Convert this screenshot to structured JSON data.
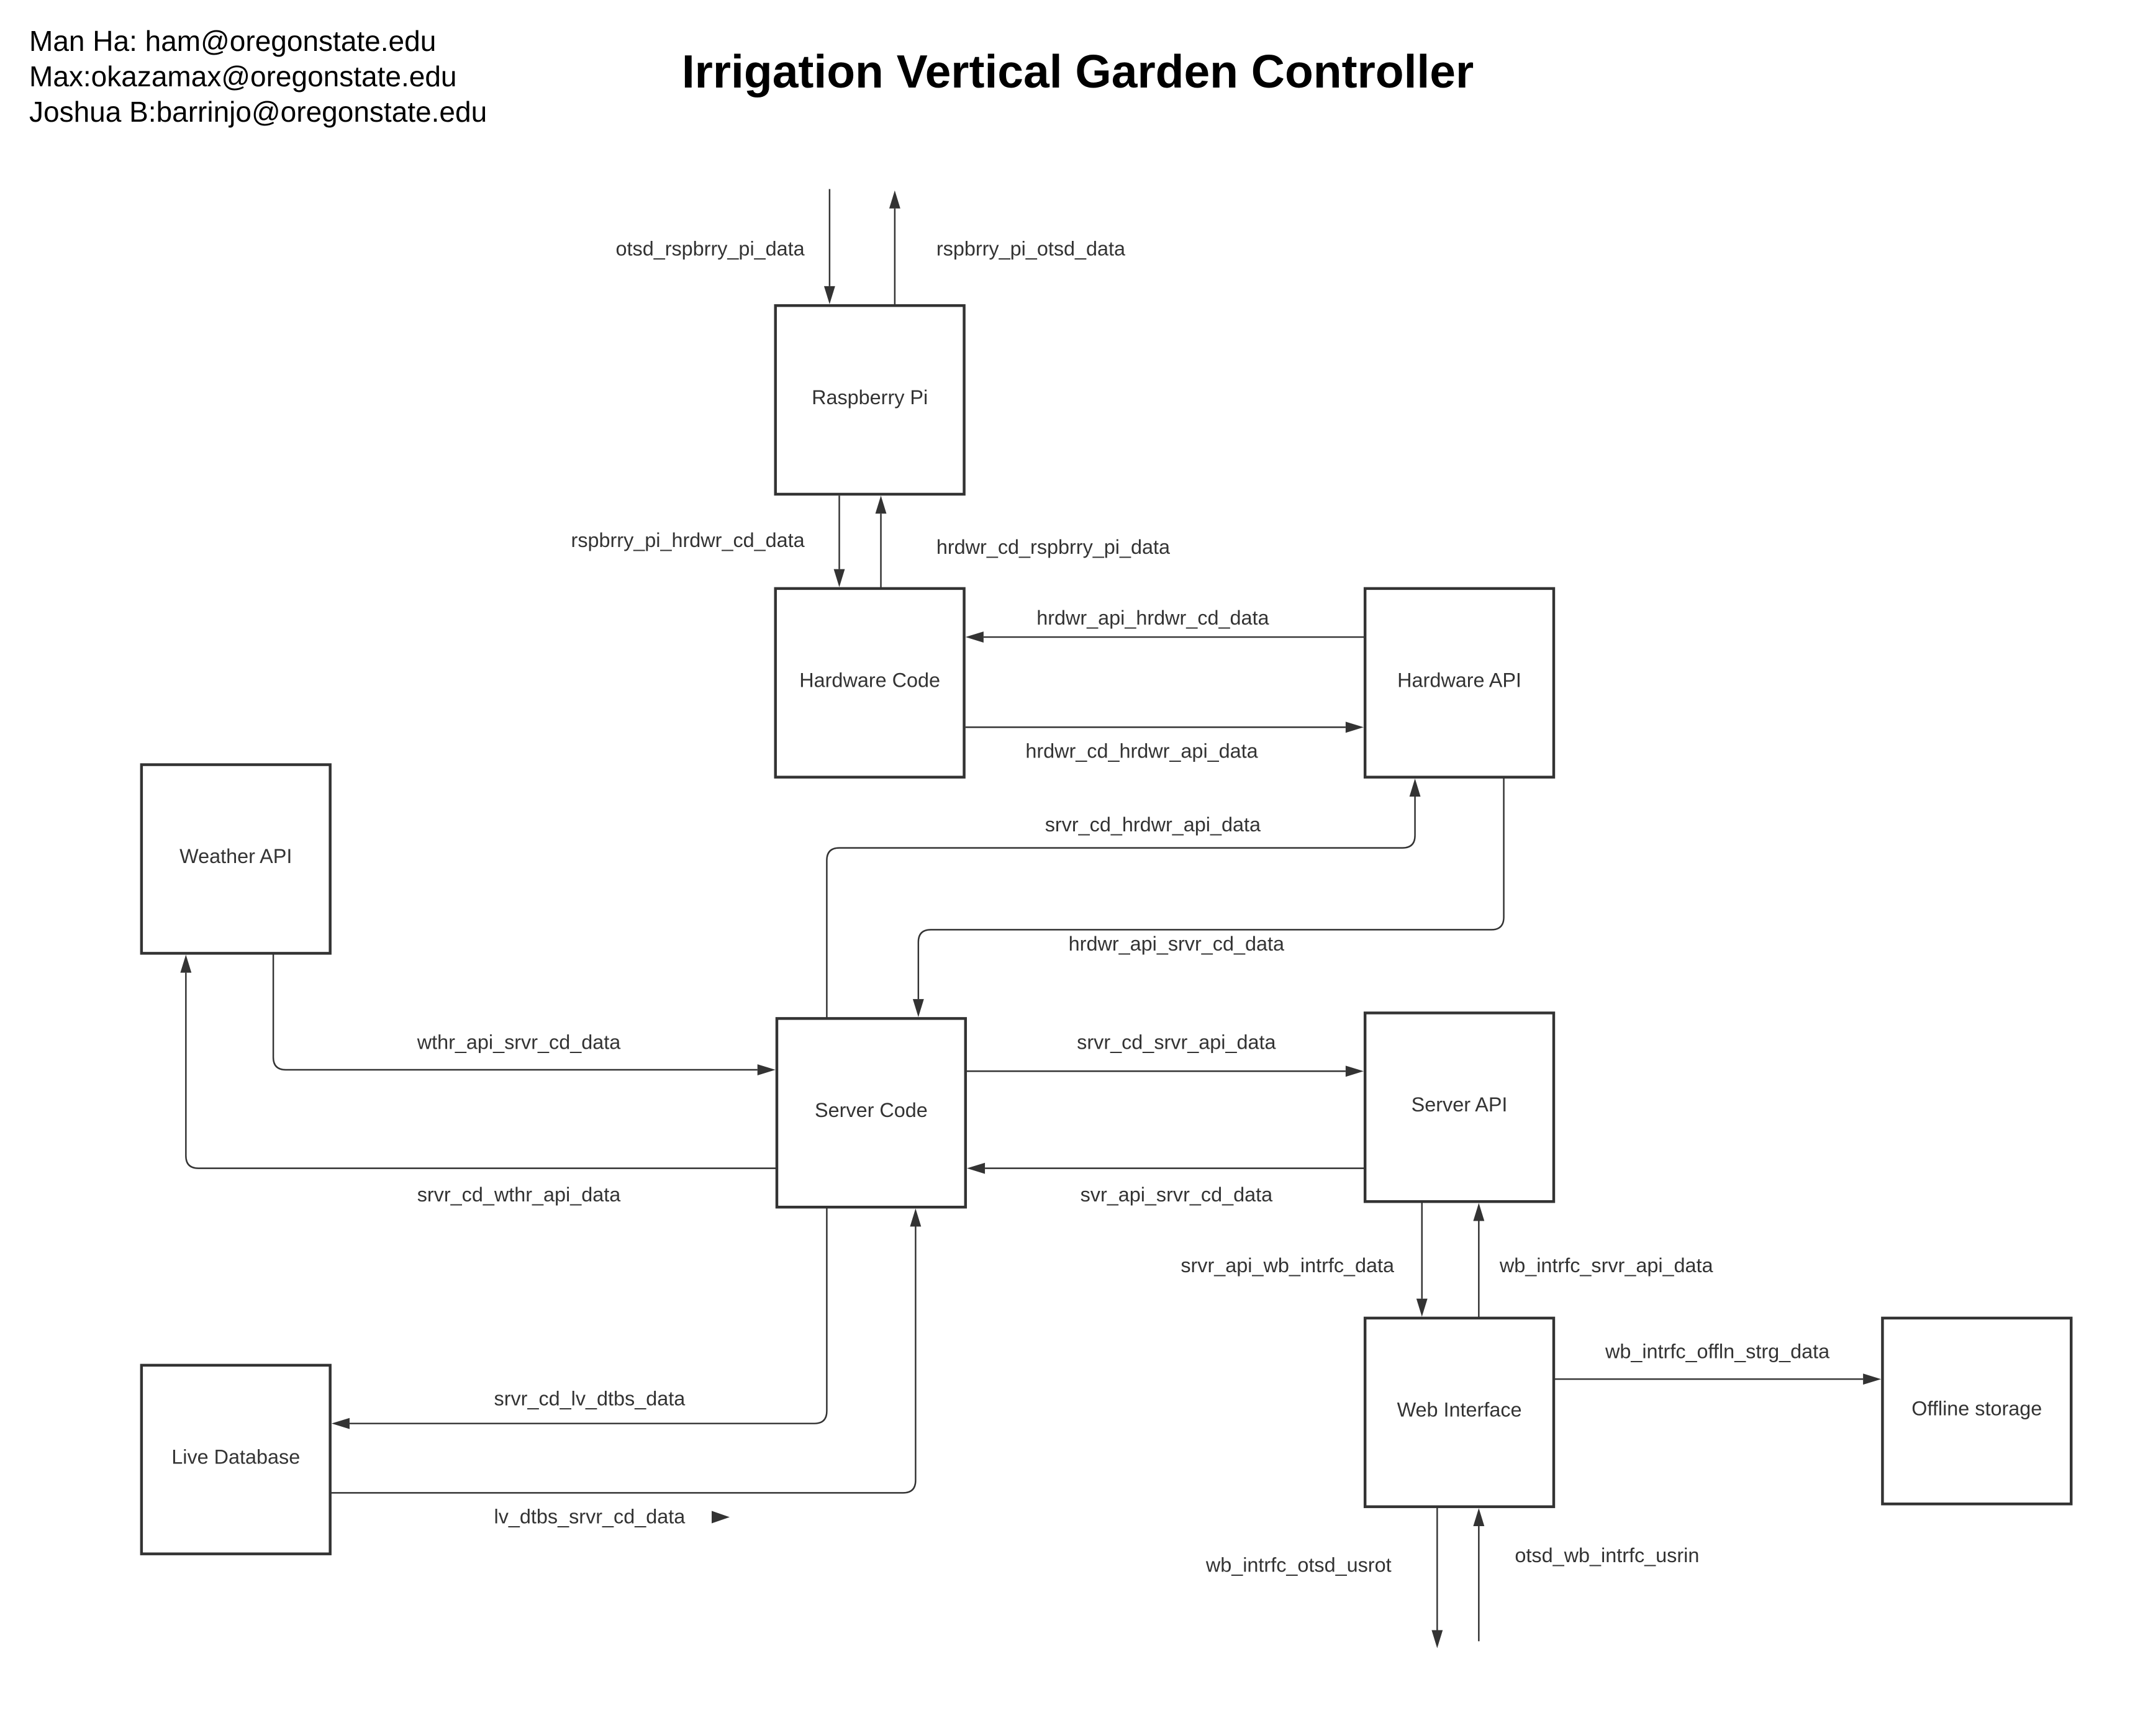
{
  "header": {
    "title": "Irrigation Vertical Garden Controller",
    "authors": [
      "Man Ha: ham@oregonstate.edu",
      "Max:okazamax@oregonstate.edu",
      "Joshua B:barrinjo@oregonstate.edu"
    ]
  },
  "colors": {
    "stroke": "#333333",
    "text": "#333333",
    "background": "#ffffff"
  },
  "nodes": {
    "raspberry_pi": "Raspberry Pi",
    "hardware_code": "Hardware Code",
    "hardware_api": "Hardware API",
    "weather_api": "Weather API",
    "server_code": "Server Code",
    "server_api": "Server API",
    "live_database": "Live Database",
    "web_interface": "Web Interface",
    "offline_storage": "Offline storage"
  },
  "edges": {
    "otsd_rspbrry_pi_data": {
      "label": "otsd_rspbrry_pi_data",
      "from": "outside",
      "to": "Raspberry Pi"
    },
    "rspbrry_pi_otsd_data": {
      "label": "rspbrry_pi_otsd_data",
      "from": "Raspberry Pi",
      "to": "outside"
    },
    "rspbrry_pi_hrdwr_cd_data": {
      "label": "rspbrry_pi_hrdwr_cd_data",
      "from": "Raspberry Pi",
      "to": "Hardware Code"
    },
    "hrdwr_cd_rspbrry_pi_data": {
      "label": "hrdwr_cd_rspbrry_pi_data",
      "from": "Hardware Code",
      "to": "Raspberry Pi"
    },
    "hrdwr_api_hrdwr_cd_data": {
      "label": "hrdwr_api_hrdwr_cd_data",
      "from": "Hardware API",
      "to": "Hardware Code"
    },
    "hrdwr_cd_hrdwr_api_data": {
      "label": "hrdwr_cd_hrdwr_api_data",
      "from": "Hardware Code",
      "to": "Hardware API"
    },
    "srvr_cd_hrdwr_api_data": {
      "label": "srvr_cd_hrdwr_api_data",
      "from": "Server Code",
      "to": "Hardware API"
    },
    "hrdwr_api_srvr_cd_data": {
      "label": "hrdwr_api_srvr_cd_data",
      "from": "Hardware API",
      "to": "Server Code"
    },
    "wthr_api_srvr_cd_data": {
      "label": "wthr_api_srvr_cd_data",
      "from": "Weather API",
      "to": "Server Code"
    },
    "srvr_cd_wthr_api_data": {
      "label": "srvr_cd_wthr_api_data",
      "from": "Server Code",
      "to": "Weather API"
    },
    "srvr_cd_srvr_api_data": {
      "label": "srvr_cd_srvr_api_data",
      "from": "Server Code",
      "to": "Server API"
    },
    "svr_api_srvr_cd_data": {
      "label": "svr_api_srvr_cd_data",
      "from": "Server API",
      "to": "Server Code"
    },
    "srvr_api_wb_intrfc_data": {
      "label": "srvr_api_wb_intrfc_data",
      "from": "Server API",
      "to": "Web Interface"
    },
    "wb_intrfc_srvr_api_data": {
      "label": "wb_intrfc_srvr_api_data",
      "from": "Web Interface",
      "to": "Server API"
    },
    "wb_intrfc_offln_strg_data": {
      "label": "wb_intrfc_offln_strg_data",
      "from": "Web Interface",
      "to": "Offline storage"
    },
    "srvr_cd_lv_dtbs_data": {
      "label": "srvr_cd_lv_dtbs_data",
      "from": "Server Code",
      "to": "Live Database"
    },
    "lv_dtbs_srvr_cd_data": {
      "label": "lv_dtbs_srvr_cd_data",
      "from": "Live Database",
      "to": "Server Code"
    },
    "wb_intrfc_otsd_usrot": {
      "label": "wb_intrfc_otsd_usrot",
      "from": "Web Interface",
      "to": "outside"
    },
    "otsd_wb_intrfc_usrin": {
      "label": "otsd_wb_intrfc_usrin",
      "from": "outside",
      "to": "Web Interface"
    }
  }
}
